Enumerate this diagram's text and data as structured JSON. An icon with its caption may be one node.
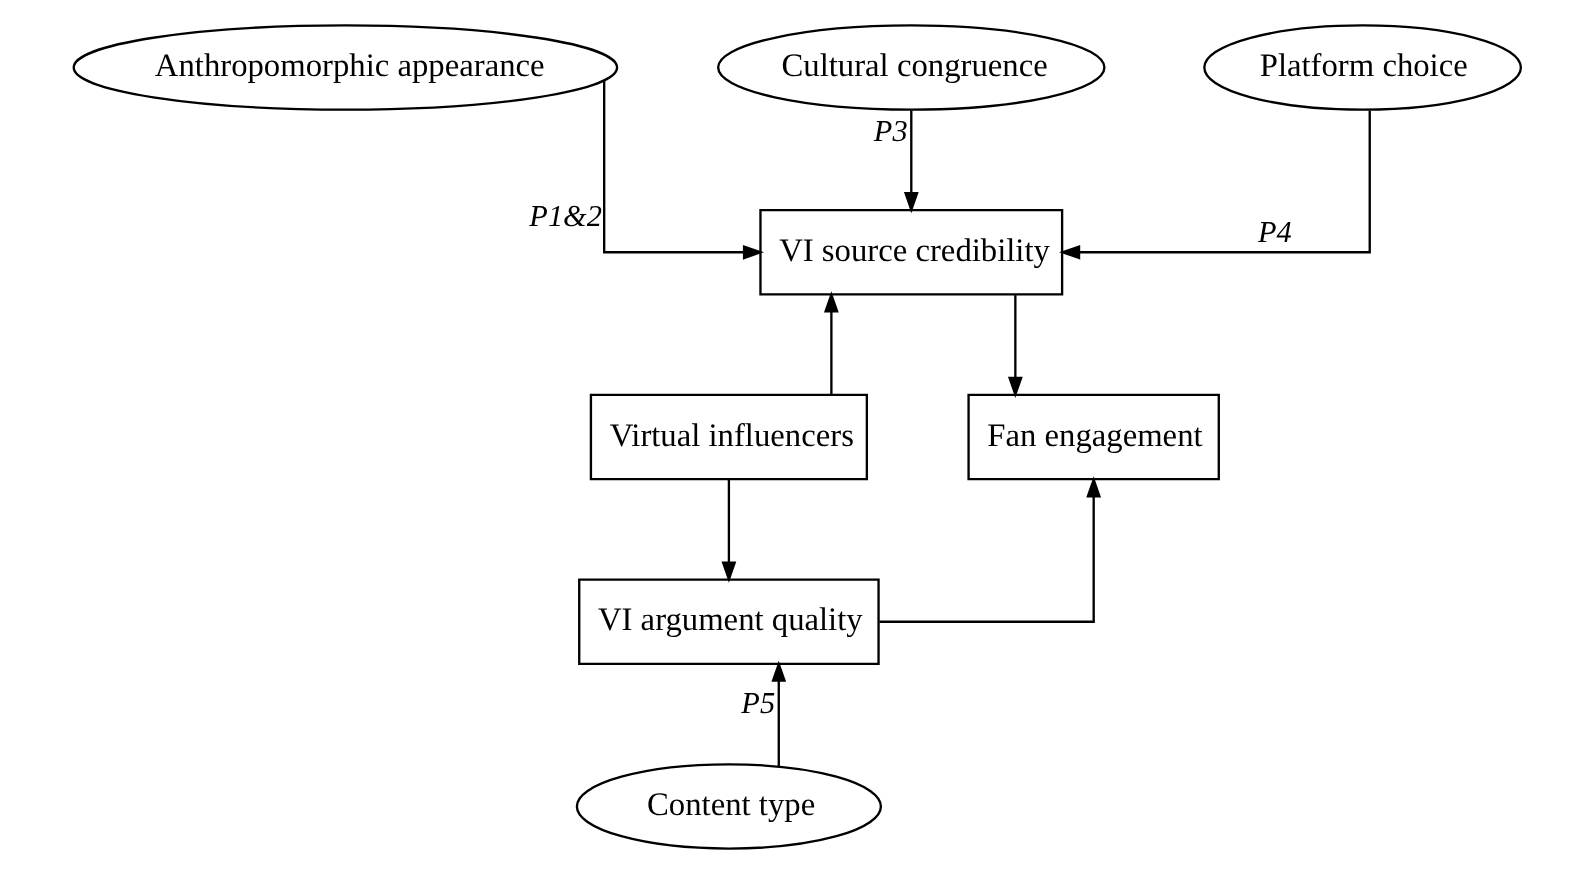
{
  "diagram": {
    "nodes": [
      {
        "text": [
          "Anthropomorphic appearance"
        ]
      },
      {
        "text": [
          "Cultural congruence"
        ]
      },
      {
        "text": [
          "Platform choice"
        ]
      },
      {
        "text": [
          "VI source credibility"
        ]
      },
      {
        "text": [
          "Virtual influencers"
        ]
      },
      {
        "text": [
          "Fan engagement"
        ]
      },
      {
        "text": [
          "VI argument quality"
        ]
      },
      {
        "text": [
          "Content type"
        ]
      }
    ],
    "edges": [
      {
        "from": 0,
        "to": 3,
        "arrow": "to",
        "label": "P1&2"
      },
      {
        "from": 1,
        "to": 3,
        "arrow": "to",
        "label": "P3"
      },
      {
        "from": 2,
        "to": 3,
        "arrow": "to",
        "label": "P4"
      },
      {
        "from": 4,
        "to": 3,
        "arrow": "to"
      },
      {
        "from": 4,
        "to": 6,
        "arrow": "to"
      },
      {
        "from": 3,
        "to": 5,
        "arrow": "to"
      },
      {
        "from": 6,
        "to": 5,
        "arrow": "to"
      },
      {
        "from": 7,
        "to": 6,
        "arrow": "to",
        "label": "P5"
      }
    ]
  }
}
